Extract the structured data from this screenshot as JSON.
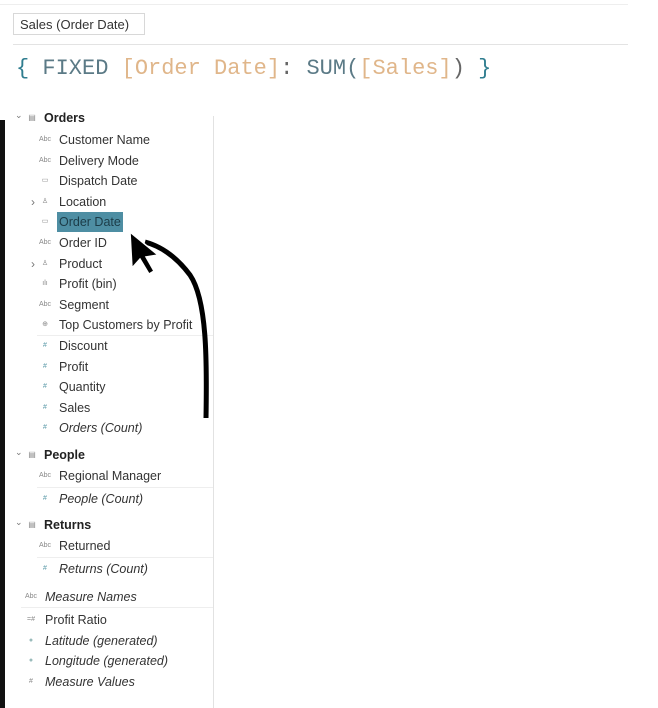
{
  "calc": {
    "name": "Sales (Order Date)",
    "formula": {
      "open": "{ ",
      "keyword": "FIXED ",
      "dim": "[Order Date]",
      "colon": ": ",
      "fn": "SUM(",
      "measure": "[Sales]",
      "close_paren": ")",
      "close": " }"
    }
  },
  "groups": [
    {
      "label": "Orders",
      "items": [
        {
          "label": "Customer Name",
          "icon": "Abc"
        },
        {
          "label": "Delivery Mode",
          "icon": "Abc"
        },
        {
          "label": "Dispatch Date",
          "icon": "calendar"
        },
        {
          "label": "Location",
          "icon": "hierarchy"
        },
        {
          "label": "Order Date",
          "icon": "calendar",
          "selected": true
        },
        {
          "label": "Order ID",
          "icon": "Abc"
        },
        {
          "label": "Product",
          "icon": "hierarchy"
        },
        {
          "label": "Profit (bin)",
          "icon": "bin"
        },
        {
          "label": "Segment",
          "icon": "Abc"
        },
        {
          "label": "Top Customers by Profit",
          "icon": "set"
        },
        {
          "label": "Discount",
          "icon": "#"
        },
        {
          "label": "Profit",
          "icon": "#"
        },
        {
          "label": "Quantity",
          "icon": "#"
        },
        {
          "label": "Sales",
          "icon": "#"
        },
        {
          "label": "Orders (Count)",
          "icon": "#"
        }
      ]
    },
    {
      "label": "People",
      "items": [
        {
          "label": "Regional Manager",
          "icon": "Abc"
        },
        {
          "label": "People (Count)",
          "icon": "#"
        }
      ]
    },
    {
      "label": "Returns",
      "items": [
        {
          "label": "Returned",
          "icon": "Abc"
        },
        {
          "label": "Returns (Count)",
          "icon": "#"
        }
      ]
    }
  ],
  "extra": [
    {
      "label": "Measure Names",
      "icon": "Abc"
    },
    {
      "label": "Profit Ratio",
      "icon": "calc-#"
    },
    {
      "label": "Latitude (generated)",
      "icon": "globe"
    },
    {
      "label": "Longitude (generated)",
      "icon": "globe"
    },
    {
      "label": "Measure Values",
      "icon": "#"
    }
  ],
  "colors": {
    "selection": "#4e8ea3",
    "brace": "#2f7d8f",
    "field": "#e0b68a"
  }
}
